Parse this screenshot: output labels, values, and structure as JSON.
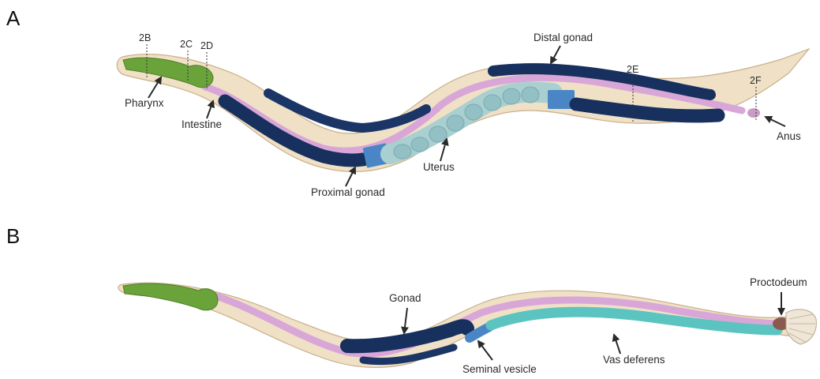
{
  "panels": {
    "a": {
      "letter": "A",
      "labels": {
        "pharynx": "Pharynx",
        "intestine": "Intestine",
        "proximal_gonad": "Proximal gonad",
        "uterus": "Uterus",
        "distal_gonad": "Distal gonad",
        "anus": "Anus"
      },
      "section_marks": [
        "2B",
        "2C",
        "2D",
        "2E",
        "2F"
      ]
    },
    "b": {
      "letter": "B",
      "labels": {
        "gonad": "Gonad",
        "seminal_vesicle": "Seminal vesicle",
        "vas_deferens": "Vas deferens",
        "proctodeum": "Proctodeum"
      }
    }
  },
  "colors": {
    "body": "#efe0c6",
    "body_outline": "#c9b08a",
    "pharynx": "#6aa33a",
    "intestine": "#d9a6d8",
    "gonad": "#17305e",
    "uterus": "#a9cfd0",
    "proximal_gonad": "#4a86c6",
    "vas_deferens": "#5cc4c0",
    "proctodeum": "#8a5a4e"
  }
}
